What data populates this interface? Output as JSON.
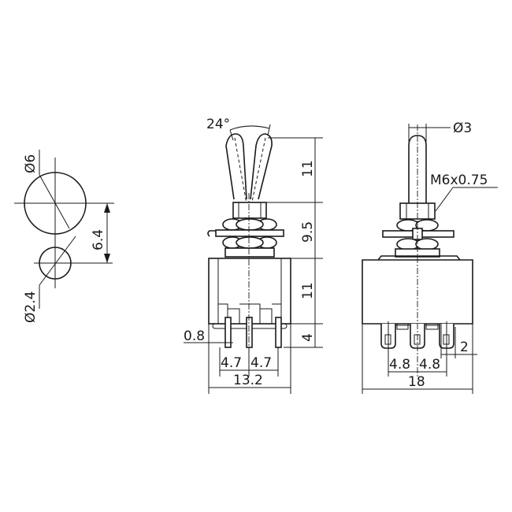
{
  "drawing": {
    "subject": "Mini toggle switch mechanical dimensions",
    "background": "#ffffff",
    "line_color": "#1a1a1a",
    "panel_cutout_view": {
      "large_hole_label": "Ø6",
      "small_hole_label": "Ø2.4",
      "hole_spacing_label": "6.4"
    },
    "side_view": {
      "angle_label": "24°",
      "lever_height_label": "11",
      "bushing_height_label": "9.5",
      "body_height_label": "11",
      "terminal_length_label": "4",
      "terminal_thickness_label": "0.8",
      "pitch_left_label": "4.7",
      "pitch_right_label": "4.7",
      "body_width_label": "13.2"
    },
    "front_view": {
      "lever_diameter_label": "Ø3",
      "thread_label": "M6x0.75",
      "terminal_width_label": "2",
      "pitch_left_label": "4.8",
      "pitch_right_label": "4.8",
      "body_width_label": "18"
    }
  }
}
